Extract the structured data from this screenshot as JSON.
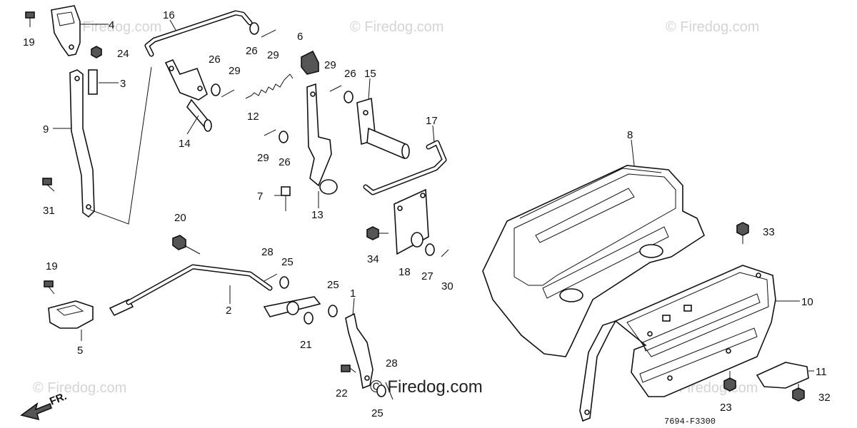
{
  "watermarks": [
    "© Firedog.com",
    "© Firedog.com",
    "© Firedog.com",
    "© Firedog.com",
    "© Firedog.com",
    "© Firedog.com"
  ],
  "footer_watermark": "© Firedog.com",
  "diagram_code": "7694-F3300",
  "direction_label": "FR.",
  "callouts": {
    "c1": "1",
    "c2": "2",
    "c3": "3",
    "c4": "4",
    "c5": "5",
    "c6": "6",
    "c7": "7",
    "c8": "8",
    "c9": "9",
    "c10": "10",
    "c11": "11",
    "c12": "12",
    "c13": "13",
    "c14": "14",
    "c15": "15",
    "c16": "16",
    "c17": "17",
    "c18": "18",
    "c19a": "19",
    "c19b": "19",
    "c20": "20",
    "c21": "21",
    "c22": "22",
    "c23": "23",
    "c24": "24",
    "c25a": "25",
    "c25b": "25",
    "c25c": "25",
    "c26a": "26",
    "c26b": "26",
    "c26c": "26",
    "c26d": "26",
    "c27": "27",
    "c28a": "28",
    "c28b": "28",
    "c29a": "29",
    "c29b": "29",
    "c29c": "29",
    "c30": "30",
    "c31": "31",
    "c32": "32",
    "c33": "33",
    "c34": "34"
  },
  "colors": {
    "line": "#111111",
    "watermark": "#d4d4d4",
    "background": "#ffffff"
  }
}
